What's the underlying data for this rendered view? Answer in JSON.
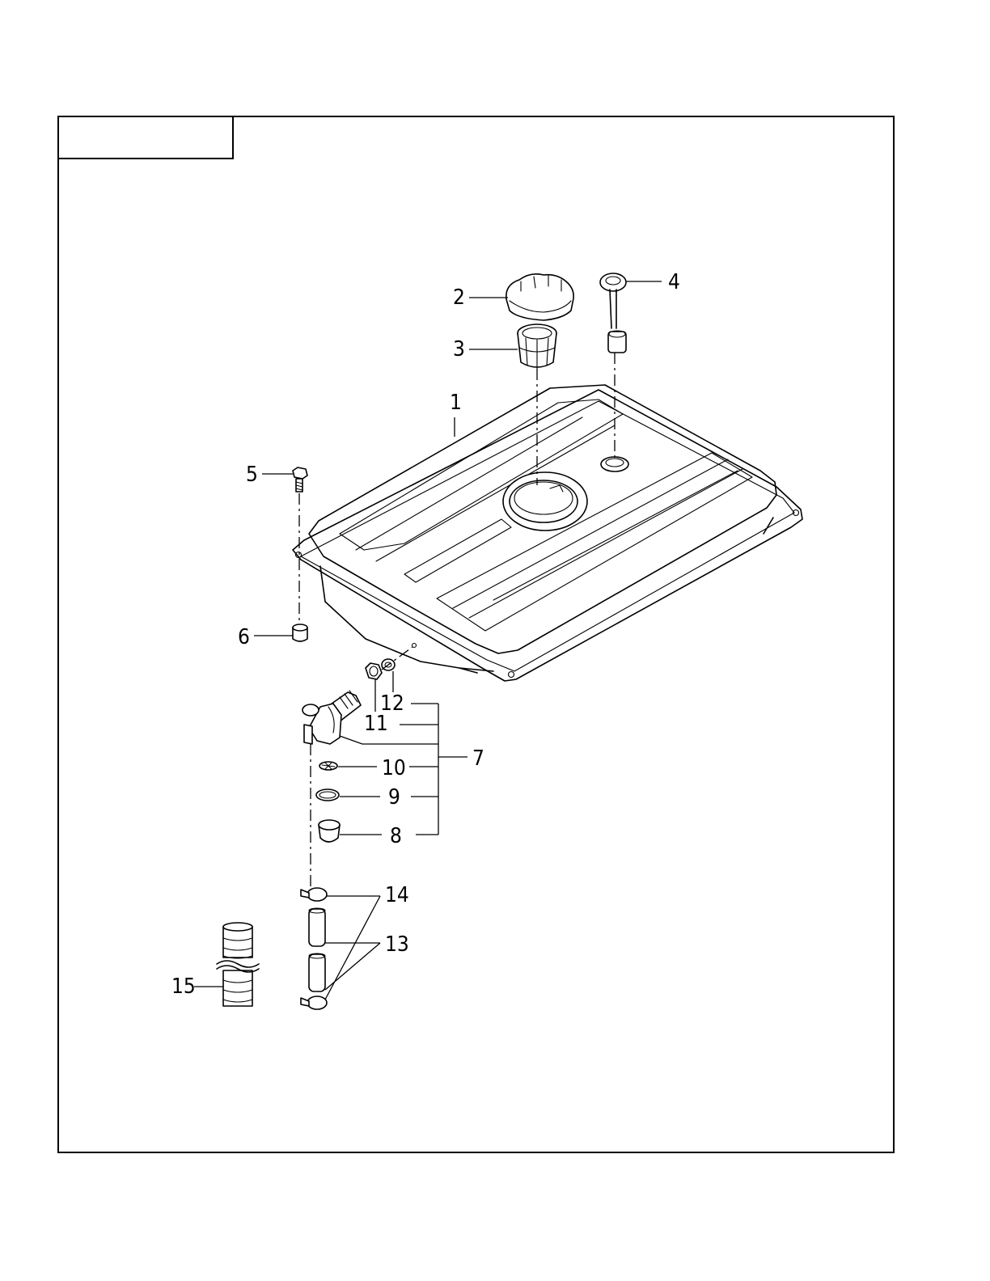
{
  "title_box": {
    "text": ""
  },
  "callouts": {
    "c1": "1",
    "c2": "2",
    "c3": "3",
    "c4": "4",
    "c5": "5",
    "c6": "6",
    "c7": "7",
    "c8": "8",
    "c9": "9",
    "c10": "10",
    "c11": "11",
    "c12": "12",
    "c13": "13",
    "c14": "14",
    "c15": "15"
  }
}
